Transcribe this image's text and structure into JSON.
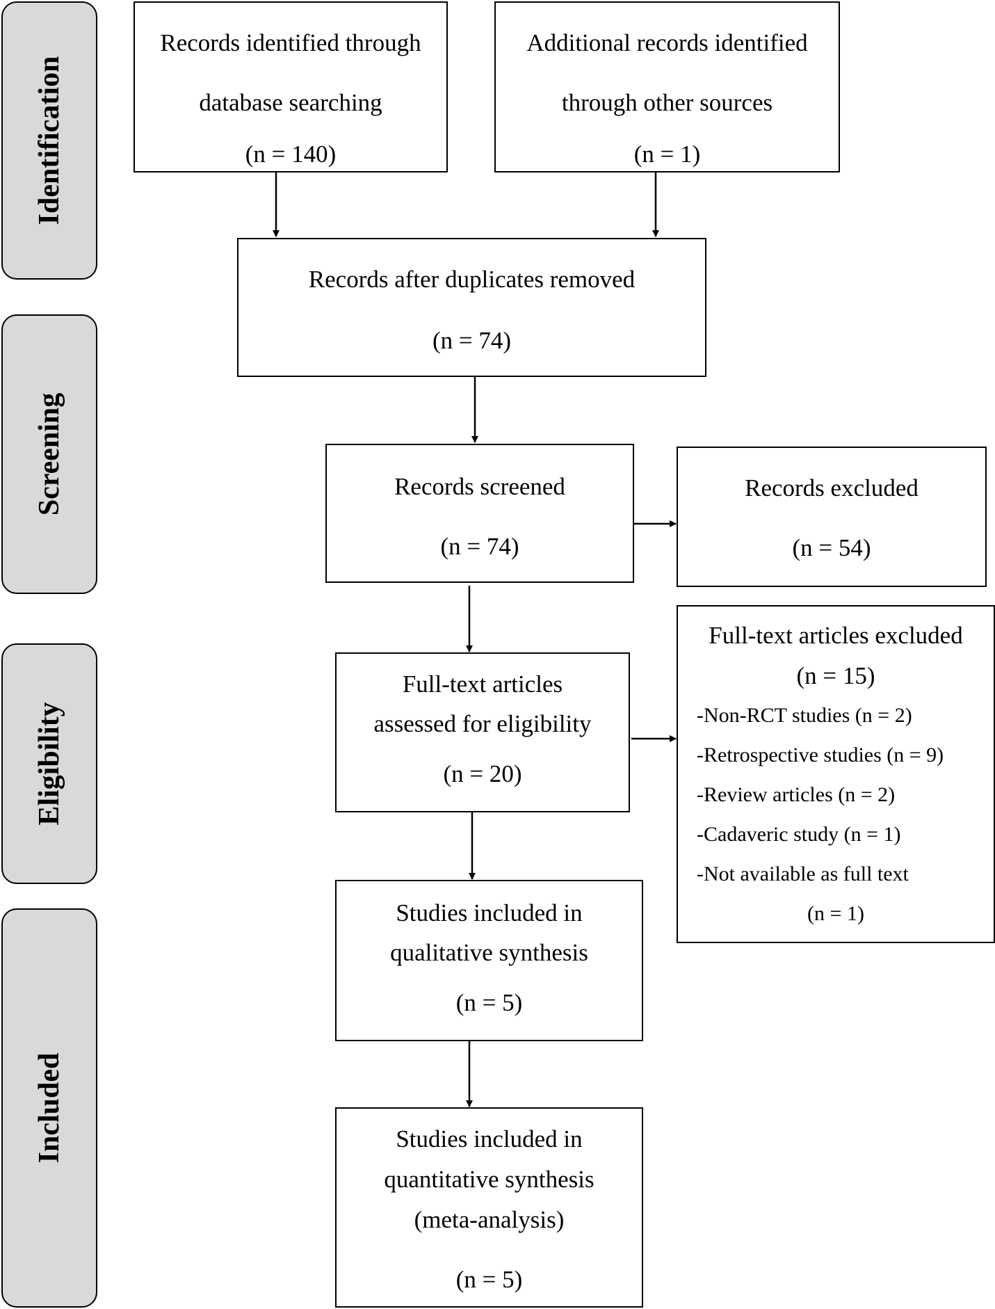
{
  "phases": {
    "identification": "Identification",
    "screening": "Screening",
    "eligibility": "Eligibility",
    "included": "Included"
  },
  "boxes": {
    "database": {
      "line1": "Records identified through",
      "line2": "database searching",
      "count": "(n = 140)"
    },
    "other_sources": {
      "line1": "Additional records identified",
      "line2": "through other sources",
      "count": "(n = 1)"
    },
    "deduplicated": {
      "line1": "Records after duplicates removed",
      "count": "(n = 74)"
    },
    "screened": {
      "line1": "Records screened",
      "count": "(n = 74)"
    },
    "excluded": {
      "line1": "Records excluded",
      "count": "(n = 54)"
    },
    "fulltext_assessed": {
      "line1": "Full-text articles",
      "line2": "assessed for eligibility",
      "count": "(n = 20)"
    },
    "fulltext_excluded": {
      "line1": "Full-text articles excluded",
      "count": "(n = 15)",
      "reasons": [
        "-Non-RCT studies (n = 2)",
        "-Retrospective studies (n = 9)",
        "-Review articles (n = 2)",
        "-Cadaveric study (n = 1)",
        "-Not available as full text"
      ],
      "reasons_tail": "(n = 1)"
    },
    "qualitative": {
      "line1": "Studies included in",
      "line2": "qualitative synthesis",
      "count": "(n = 5)"
    },
    "quantitative": {
      "line1": "Studies included in",
      "line2": "quantitative synthesis",
      "line3": "(meta-analysis)",
      "count": "(n = 5)"
    }
  }
}
